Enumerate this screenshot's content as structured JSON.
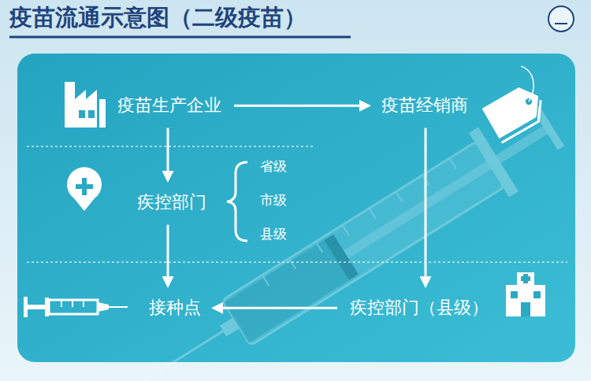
{
  "diagram": {
    "title": "疫苗流通示意图（二级疫苗）",
    "nodes": [
      {
        "text": [
          "疫苗生产企业"
        ]
      },
      {
        "text": [
          "疫苗经销商"
        ]
      },
      {
        "text": [
          "疾控部门"
        ]
      },
      {
        "text": [
          "接种点"
        ]
      },
      {
        "text": [
          "疾控部门（县级）"
        ]
      }
    ],
    "edges": [
      {
        "from": 0,
        "to": 1,
        "arrow": "to"
      },
      {
        "from": 0,
        "to": 2,
        "arrow": "to"
      },
      {
        "from": 1,
        "to": 4,
        "arrow": "to"
      },
      {
        "from": 2,
        "to": 3,
        "arrow": "to"
      },
      {
        "from": 4,
        "to": 3,
        "arrow": "to"
      }
    ],
    "labels": [
      "省级",
      "市级",
      "县级"
    ]
  }
}
